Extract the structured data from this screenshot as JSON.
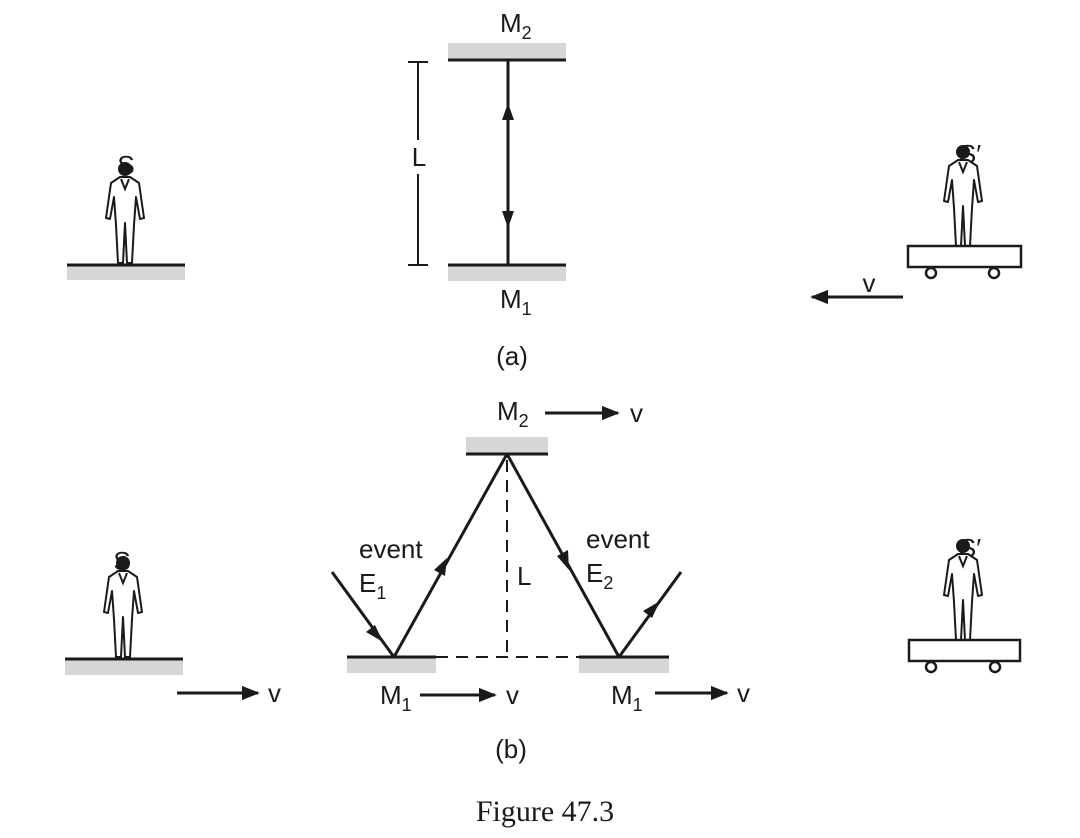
{
  "panel_a": {
    "observer_s": "S",
    "observer_s_prime": "S′",
    "mirror_top": {
      "base": "M",
      "sub": "2"
    },
    "mirror_bottom": {
      "base": "M",
      "sub": "1"
    },
    "length_label": "L",
    "velocity_label": "v",
    "caption": "(a)"
  },
  "panel_b": {
    "observer_s": "S",
    "observer_s_prime": "S′",
    "mirror_top": {
      "base": "M",
      "sub": "2"
    },
    "mirror_top_velocity": "v",
    "mirror_left": {
      "base": "M",
      "sub": "1"
    },
    "mirror_left_velocity": "v",
    "mirror_right": {
      "base": "M",
      "sub": "1"
    },
    "mirror_right_velocity": "v",
    "ground_velocity": "v",
    "event1": {
      "word": "event",
      "base": "E",
      "sub": "1"
    },
    "event2": {
      "word": "event",
      "base": "E",
      "sub": "2"
    },
    "length_label": "L",
    "caption": "(b)"
  },
  "figure_caption": "Figure 47.3"
}
